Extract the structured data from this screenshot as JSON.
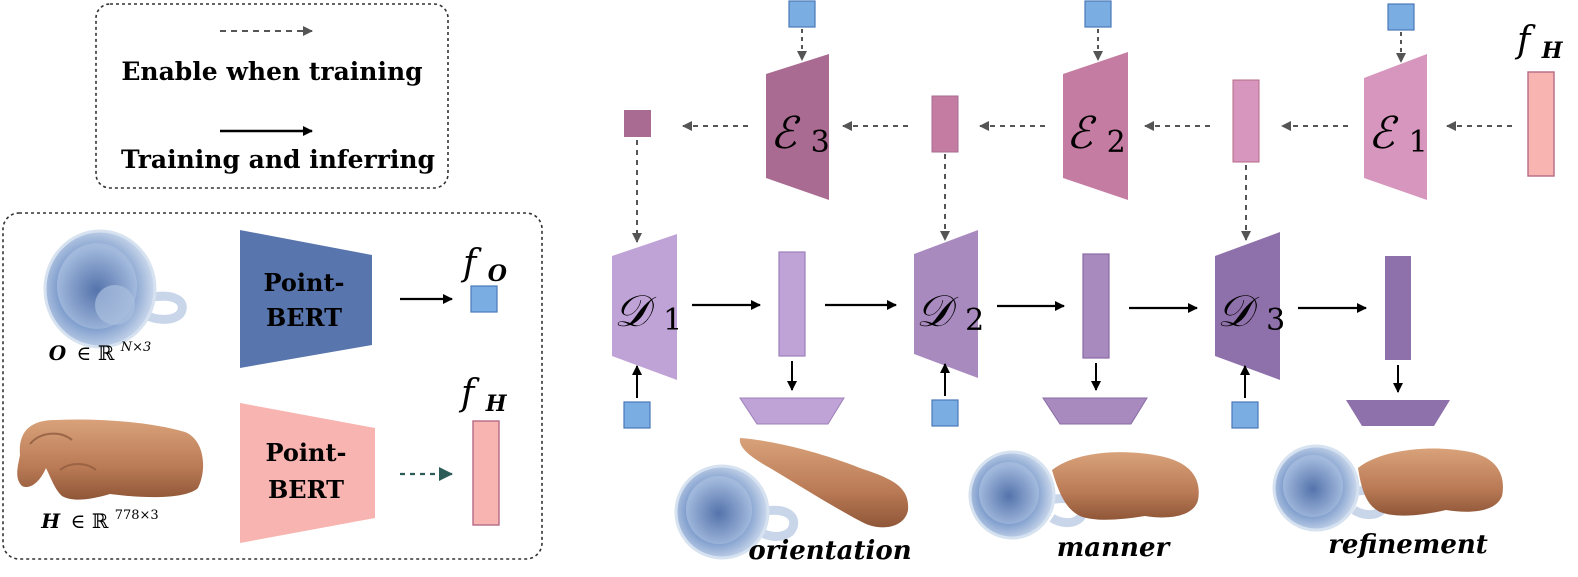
{
  "legend": {
    "dashed_label": "Enable when training",
    "solid_label": "Training and inferring"
  },
  "object_branch": {
    "encoder_line1": "Point-",
    "encoder_line2": "BERT",
    "feature_base": "f",
    "feature_sub": "O",
    "input_base": "O",
    "input_rel": "∈ ℝ",
    "input_sup": "N×3"
  },
  "hand_branch": {
    "encoder_line1": "Point-",
    "encoder_line2": "BERT",
    "feature_base": "f",
    "feature_sub": "H",
    "input_base": "H",
    "input_rel": "∈ ℝ",
    "input_sup": "778×3"
  },
  "encoders": [
    {
      "symbol": "ℰ",
      "index": "1"
    },
    {
      "symbol": "ℰ",
      "index": "2"
    },
    {
      "symbol": "ℰ",
      "index": "3"
    }
  ],
  "decoders": [
    {
      "symbol": "𝒟",
      "index": "1"
    },
    {
      "symbol": "𝒟",
      "index": "2"
    },
    {
      "symbol": "𝒟",
      "index": "3"
    }
  ],
  "top_feature": {
    "base": "f",
    "sub": "H"
  },
  "stage_labels": [
    "orientation",
    "manner",
    "refinement"
  ],
  "colors": {
    "legend_border": "#333333",
    "object_encoder": "#5875ad",
    "hand_encoder": "#f8b4b0",
    "object_feature": "#7aaee3",
    "hand_feature": "#f8b4b0",
    "encoder_1": "#d796bd",
    "encoder_2": "#c57ca2",
    "encoder_3": "#a96b91",
    "decoder_1": "#c0a3d6",
    "decoder_2": "#a88abf",
    "decoder_3": "#8e70aa",
    "dashed_arrow": "#555555",
    "teal_arrow": "#2c5c58"
  }
}
